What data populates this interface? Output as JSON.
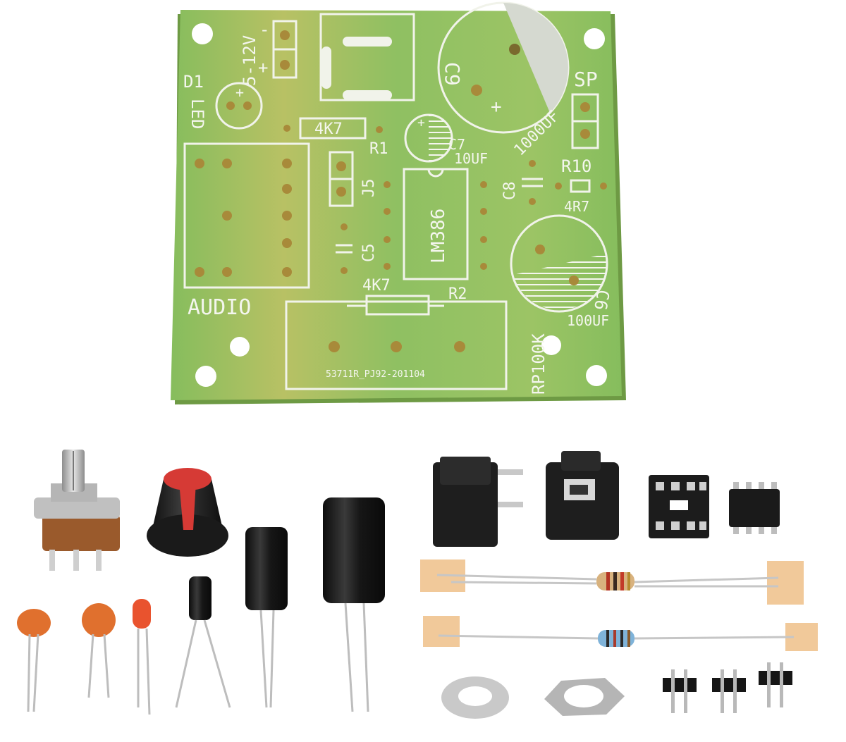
{
  "pcb": {
    "power_label": "5-12V",
    "minus": "-",
    "plus": "+",
    "d1": "D1",
    "led": "LED",
    "r1_value": "4K7",
    "r1": "R1",
    "j5": "J5",
    "c5": "C5",
    "ic": "LM386",
    "c7": "C7",
    "c7_value": "10UF",
    "c9": "C9",
    "c9_value": "1000UF",
    "c9_plus": "+",
    "sp": "SP",
    "c8": "C8",
    "r10": "R10",
    "r10_value": "4R7",
    "c6": "C6",
    "c6_value": "100UF",
    "audio": "AUDIO",
    "r2_value": "4K7",
    "r2": "R2",
    "rp": "RP100K",
    "board_code": "53711R_PJ92-201104"
  },
  "colors": {
    "board_green": "#8cc063",
    "board_yellow": "#cfc067",
    "silkscreen": "#f4f6ee",
    "capacitor_black": "#1b1b1b",
    "knob_red": "#d63a35",
    "ceramic_orange": "#e0702e"
  }
}
